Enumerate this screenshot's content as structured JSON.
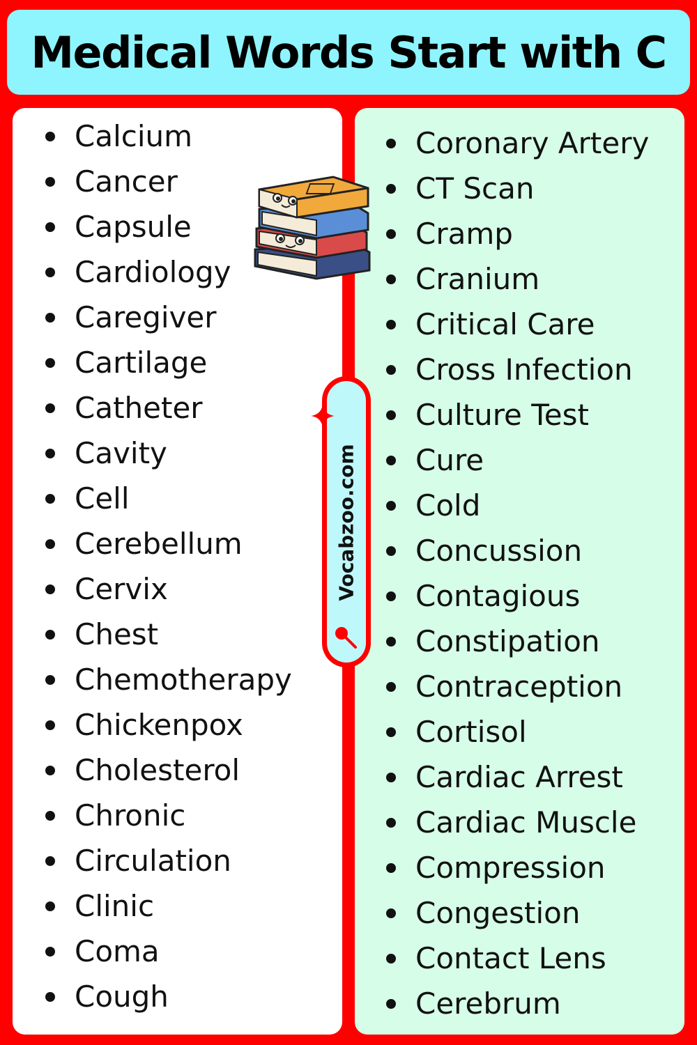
{
  "title": "Medical Words Start with C",
  "site": "Vocabzoo.com",
  "colors": {
    "background": "#ff0000",
    "title_bar": "#8ef4fd",
    "left_panel": "#ffffff",
    "right_panel": "#d6fde8"
  },
  "icons": [
    "books-icon",
    "sparkle-icon",
    "magnifier-icon"
  ],
  "left_words": [
    "Calcium",
    "Cancer",
    "Capsule",
    "Cardiology",
    "Caregiver",
    "Cartilage",
    "Catheter",
    "Cavity",
    "Cell",
    "Cerebellum",
    "Cervix",
    "Chest",
    "Chemotherapy",
    "Chickenpox",
    "Cholesterol",
    "Chronic",
    "Circulation",
    "Clinic",
    "Coma",
    "Cough"
  ],
  "right_words": [
    "Coronary Artery",
    "CT Scan",
    "Cramp",
    "Cranium",
    "Critical Care",
    "Cross Infection",
    "Culture Test",
    "Cure",
    "Cold",
    "Concussion",
    "Contagious",
    "Constipation",
    "Contraception",
    "Cortisol",
    "Cardiac Arrest",
    "Cardiac Muscle",
    "Compression",
    "Congestion",
    "Contact Lens",
    "Cerebrum"
  ]
}
